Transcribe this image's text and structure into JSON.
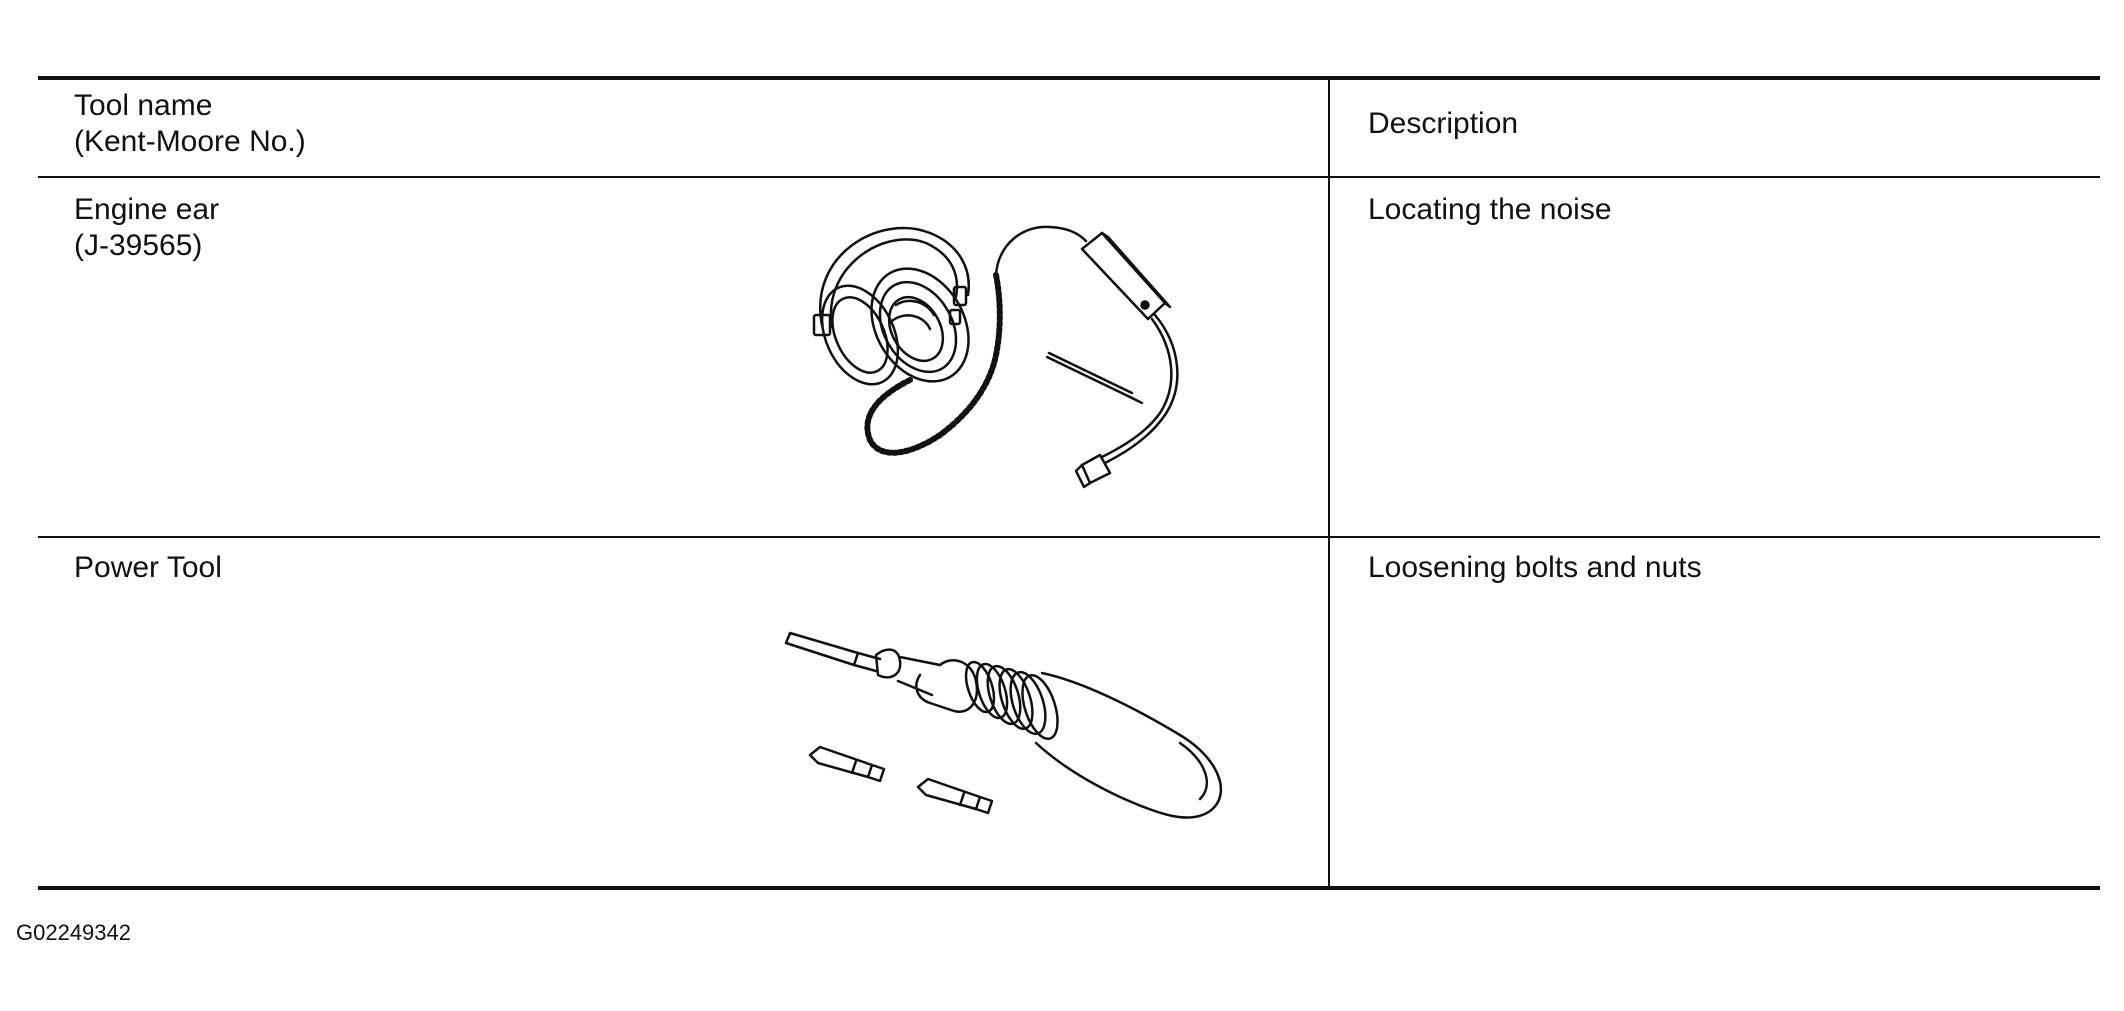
{
  "table": {
    "header": {
      "tool_name_line1": "Tool name",
      "tool_name_line2": "(Kent-Moore No.)",
      "description": "Description"
    },
    "rows": [
      {
        "name_line1": "Engine ear",
        "name_line2": "(J-39565)",
        "description": "Locating the noise",
        "illustration_icon": "engine-ear-headphones-probe-illustration"
      },
      {
        "name_line1": "Power Tool",
        "name_line2": "",
        "description": "Loosening bolts and nuts",
        "illustration_icon": "power-screwdriver-with-bits-illustration"
      }
    ]
  },
  "figure_code": "G02249342",
  "colors": {
    "ink": "#111111",
    "paper": "#ffffff"
  }
}
